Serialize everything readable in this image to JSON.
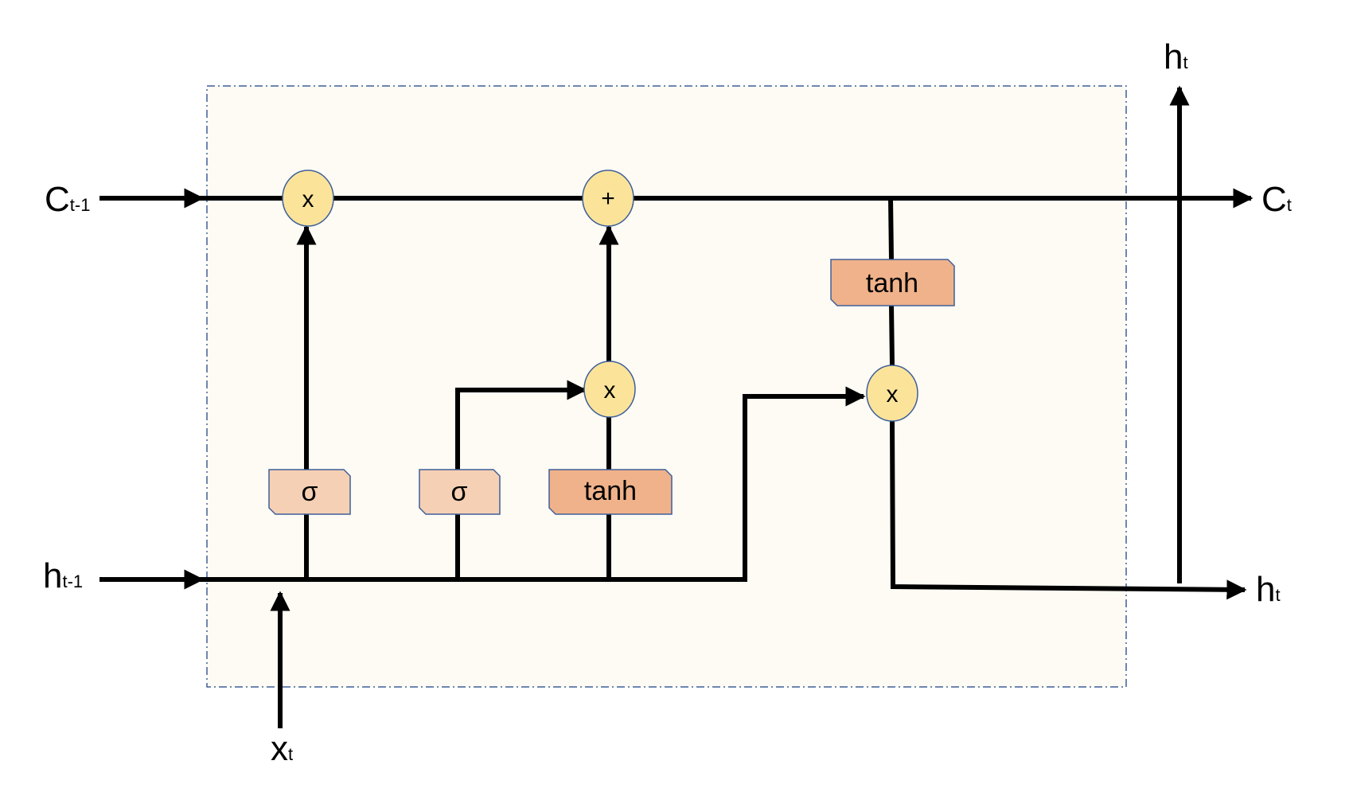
{
  "inputs": {
    "cell_prev": {
      "main": "C",
      "sub": "t-1"
    },
    "hidden_prev": {
      "main": "h",
      "sub": "t-1"
    },
    "input": {
      "main": "x",
      "sub": "t"
    }
  },
  "outputs": {
    "cell_out": {
      "main": "C",
      "sub": "t"
    },
    "hidden_out_right": {
      "main": "h",
      "sub": "t"
    },
    "hidden_out_top": {
      "main": "h",
      "sub": "t"
    }
  },
  "operators": {
    "forget_multiply": "x",
    "cell_add": "+",
    "input_multiply": "x",
    "output_multiply": "x"
  },
  "gates": {
    "forget_gate": "σ",
    "input_gate": "σ",
    "candidate": "tanh",
    "cell_activation": "tanh"
  },
  "colors": {
    "cell_background": "#fdfbf4",
    "cell_border": "#3f5f9a",
    "operator_fill": "#fbe49a",
    "operator_stroke": "#3f5f9a",
    "sigma_fill": "#f6d0b4",
    "tanh_fill": "#f0b28a",
    "line": "#000000"
  }
}
